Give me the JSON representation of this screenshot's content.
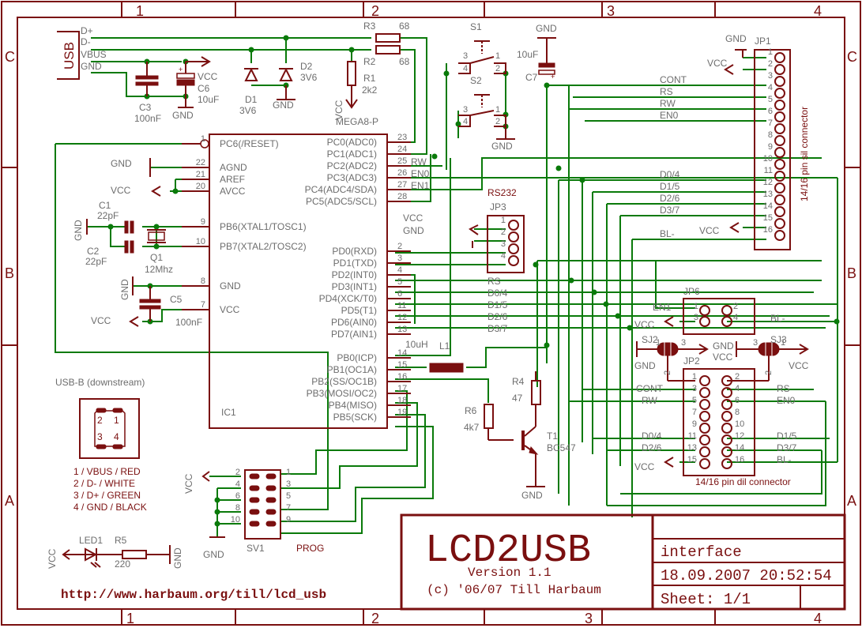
{
  "sheet": {
    "columns": [
      "1",
      "2",
      "3",
      "4"
    ],
    "rows": [
      "C",
      "B",
      "A"
    ],
    "colors": {
      "frame": "#7a0f0f",
      "wire": "#0a7a0a",
      "text": "#6d6d6d"
    }
  },
  "usb": {
    "label": "USB",
    "pins": [
      "D+",
      "D-",
      "VBUS",
      "GND"
    ]
  },
  "power": {
    "vcc": "VCC",
    "gnd": "GND"
  },
  "components": {
    "C3": {
      "name": "C3",
      "value": "100nF"
    },
    "C6": {
      "name": "C6",
      "value": "10uF"
    },
    "D1": {
      "name": "D1",
      "value": "3V6"
    },
    "D2": {
      "name": "D2",
      "value": "3V6"
    },
    "R1": {
      "name": "R1",
      "value": "2k2"
    },
    "R2": {
      "name": "R2",
      "value": "68"
    },
    "R3": {
      "name": "R3",
      "value": "68"
    },
    "S1": {
      "name": "S1"
    },
    "S2": {
      "name": "S2"
    },
    "C7": {
      "name": "C7",
      "value": "10uF"
    },
    "C1": {
      "name": "C1",
      "value": "22pF"
    },
    "C2": {
      "name": "C2",
      "value": "22pF"
    },
    "Q1": {
      "name": "Q1",
      "value": "12Mhz"
    },
    "C5": {
      "name": "C5",
      "value": "100nF"
    },
    "L1": {
      "name": "L1",
      "value": "10uH"
    },
    "R4": {
      "name": "R4",
      "value": "47"
    },
    "R6": {
      "name": "R6",
      "value": "4k7"
    },
    "T1": {
      "name": "T1",
      "value": "BC547"
    },
    "R5": {
      "name": "R5",
      "value": "220"
    },
    "LED1": {
      "name": "LED1"
    },
    "SV1": {
      "name": "SV1",
      "label": "PROG"
    },
    "JP3": {
      "name": "JP3",
      "label": "RS232"
    },
    "JP6": {
      "name": "JP6"
    },
    "JP2": {
      "name": "JP2",
      "label": "14/16 pin dil connector"
    },
    "JP1": {
      "name": "JP1",
      "label": "14/16 pin sil connector"
    },
    "SJ2": {
      "name": "SJ2"
    },
    "SJ3": {
      "name": "SJ3"
    }
  },
  "switch_pins": [
    "3",
    "4",
    "1",
    "2"
  ],
  "ic1": {
    "name": "IC1",
    "part": "MEGA8-P",
    "left_pins": [
      {
        "num": "1",
        "label": "PC6(/RESET)"
      },
      {
        "num": "22",
        "label": "AGND"
      },
      {
        "num": "21",
        "label": "AREF"
      },
      {
        "num": "20",
        "label": "AVCC"
      },
      {
        "num": "9",
        "label": "PB6(XTAL1/TOSC1)"
      },
      {
        "num": "10",
        "label": "PB7(XTAL2/TOSC2)"
      },
      {
        "num": "8",
        "label": "GND"
      },
      {
        "num": "7",
        "label": "VCC"
      }
    ],
    "right_pins": [
      {
        "num": "23",
        "label": "PC0(ADC0)",
        "net": ""
      },
      {
        "num": "24",
        "label": "PC1(ADC1)",
        "net": ""
      },
      {
        "num": "25",
        "label": "PC2(ADC2)",
        "net": "RW"
      },
      {
        "num": "26",
        "label": "PC3(ADC3)",
        "net": "EN0"
      },
      {
        "num": "27",
        "label": "PC4(ADC4/SDA)",
        "net": "EN1"
      },
      {
        "num": "28",
        "label": "PC5(ADC5/SCL)",
        "net": ""
      },
      {
        "num": "2",
        "label": "PD0(RXD)",
        "net": ""
      },
      {
        "num": "3",
        "label": "PD1(TXD)",
        "net": ""
      },
      {
        "num": "4",
        "label": "PD2(INT0)",
        "net": ""
      },
      {
        "num": "5",
        "label": "PD3(INT1)",
        "net": "RS"
      },
      {
        "num": "6",
        "label": "PD4(XCK/T0)",
        "net": "D0/4"
      },
      {
        "num": "11",
        "label": "PD5(T1)",
        "net": "D1/5"
      },
      {
        "num": "12",
        "label": "PD6(AIN0)",
        "net": "D2/6"
      },
      {
        "num": "13",
        "label": "PD7(AIN1)",
        "net": "D3/7"
      },
      {
        "num": "14",
        "label": "PB0(ICP)",
        "net": ""
      },
      {
        "num": "15",
        "label": "PB1(OC1A)",
        "net": ""
      },
      {
        "num": "16",
        "label": "PB2(SS/OC1B)",
        "net": ""
      },
      {
        "num": "17",
        "label": "PB3(MOSI/OC2)",
        "net": ""
      },
      {
        "num": "18",
        "label": "PB4(MISO)",
        "net": ""
      },
      {
        "num": "19",
        "label": "PB5(SCK)",
        "net": ""
      }
    ],
    "inner_power": [
      "VCC",
      "GND"
    ]
  },
  "jp1": {
    "pins": [
      "1",
      "2",
      "3",
      "4",
      "5",
      "6",
      "7",
      "8",
      "9",
      "10",
      "11",
      "12",
      "13",
      "14",
      "15",
      "16"
    ],
    "nets": {
      "3": "CONT",
      "4": "RS",
      "5": "RW",
      "6": "EN0",
      "11": "D0/4",
      "12": "D1/5",
      "13": "D2/6",
      "14": "D3/7",
      "16": "BL-"
    }
  },
  "jp3_pins": [
    "1",
    "2",
    "3",
    "4"
  ],
  "jp6": {
    "pins": [
      "1",
      "2",
      "3",
      "4"
    ],
    "nets": {
      "en1": "EN1",
      "bl": "BL-"
    }
  },
  "jp2": {
    "pins_left": [
      "1",
      "3",
      "5",
      "7",
      "9",
      "11",
      "13",
      "15"
    ],
    "pins_right": [
      "2",
      "4",
      "6",
      "8",
      "10",
      "12",
      "14",
      "16"
    ],
    "nets_left": {
      "3": "CONT",
      "5": "RW",
      "11": "D0/4",
      "13": "D2/6"
    },
    "nets_right": {
      "4": "RS",
      "6": "EN0",
      "12": "D1/5",
      "14": "D3/7",
      "16": "BL-"
    }
  },
  "solder_jumper_pins": [
    "1",
    "2",
    "3"
  ],
  "sv1": {
    "pins_left": [
      "2",
      "4",
      "6",
      "8",
      "10"
    ],
    "pins_right": [
      "1",
      "3",
      "5",
      "7",
      "9"
    ]
  },
  "usb_b": {
    "title": "USB-B (downstream)",
    "pins": [
      "2",
      "1",
      "3",
      "4"
    ],
    "legend": [
      "1 / VBUS / RED",
      "2 / D- / WHITE",
      "3 / D+ / GREEN",
      "4 / GND / BLACK"
    ]
  },
  "url": "http://www.harbaum.org/till/lcd_usb",
  "title_block": {
    "title": "LCD2USB",
    "version": "Version 1.1",
    "copyright": "(c) '06/07 Till Harbaum",
    "description": "interface",
    "datetime": "18.09.2007 20:52:54",
    "sheet": "Sheet: 1/1"
  }
}
